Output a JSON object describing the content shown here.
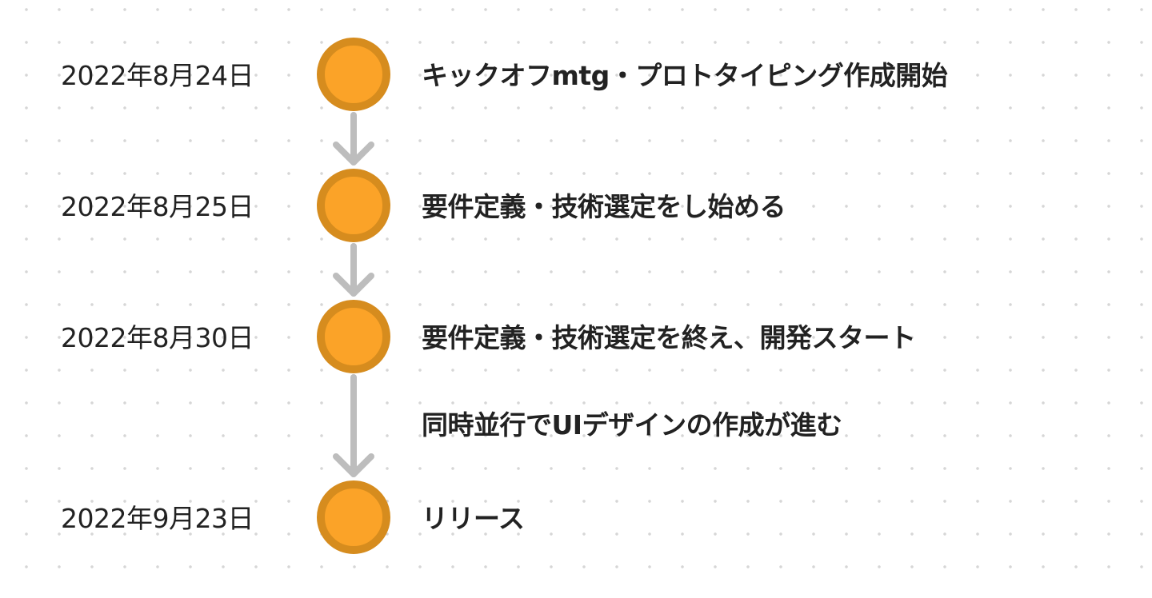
{
  "timeline": {
    "events": [
      {
        "date": "2022年8月24日",
        "descriptions": [
          "キックオフmtg・プロトタイピング作成開始"
        ]
      },
      {
        "date": "2022年8月25日",
        "descriptions": [
          "要件定義・技術選定をし始める"
        ]
      },
      {
        "date": "2022年8月30日",
        "descriptions": [
          "要件定義・技術選定を終え、開発スタート",
          "同時並行でUIデザインの作成が進む"
        ]
      },
      {
        "date": "2022年9月23日",
        "descriptions": [
          "リリース"
        ]
      }
    ]
  },
  "colors": {
    "node_fill": "#fba328",
    "node_border": "#d68c1e",
    "arrow": "#bdbdbd"
  }
}
